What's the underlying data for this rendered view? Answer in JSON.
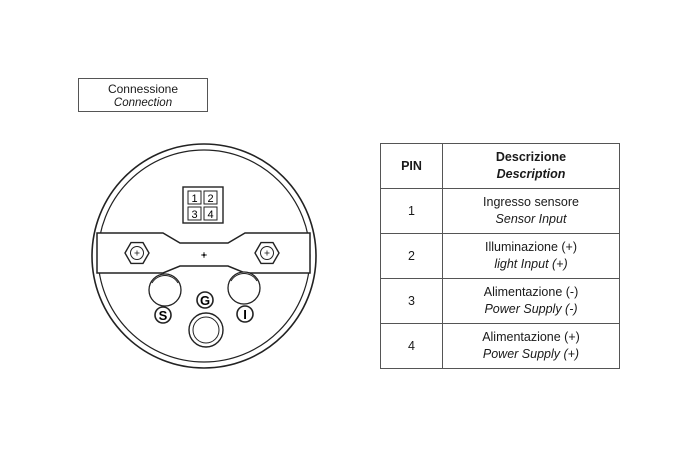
{
  "connection_box": {
    "title": "Connessione",
    "subtitle": "Connection"
  },
  "diagram": {
    "connector_pins": [
      "1",
      "2",
      "3",
      "4"
    ],
    "terminal_labels": {
      "s": "S",
      "g": "G",
      "i": "I"
    }
  },
  "table": {
    "header": {
      "pin": "PIN",
      "desc_it": "Descrizione",
      "desc_en": "Description"
    },
    "rows": [
      {
        "pin": "1",
        "it": "Ingresso sensore",
        "en": "Sensor Input"
      },
      {
        "pin": "2",
        "it": "Illuminazione (+)",
        "en": "light Input (+)"
      },
      {
        "pin": "3",
        "it": "Alimentazione (-)",
        "en": "Power Supply (-)"
      },
      {
        "pin": "4",
        "it": "Alimentazione (+)",
        "en": "Power Supply (+)"
      }
    ]
  }
}
